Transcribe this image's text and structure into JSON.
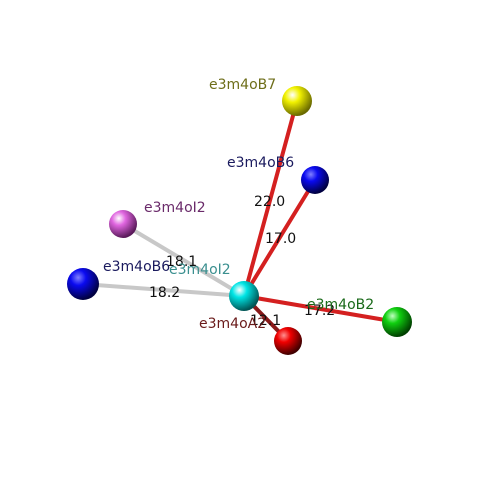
{
  "atoms": [
    {
      "key": "center",
      "label": "e3m4oI2",
      "color": "#00e5e5",
      "label_color": "#3a8f8f"
    },
    {
      "key": "b7",
      "label": "e3m4oB7",
      "color": "#f2f200",
      "label_color": "#6e6e1a"
    },
    {
      "key": "b6a",
      "label": "e3m4oB6",
      "color": "#0a0af0",
      "label_color": "#1a1a5e"
    },
    {
      "key": "i2",
      "label": "e3m4oI2",
      "color": "#e066e0",
      "label_color": "#6a2a6a"
    },
    {
      "key": "b6b",
      "label": "e3m4oB6",
      "color": "#0a0af0",
      "label_color": "#1a1a5e"
    },
    {
      "key": "b2",
      "label": "e3m4oB2",
      "color": "#10d010",
      "label_color": "#1a6a1a"
    },
    {
      "key": "a2",
      "label": "e3m4oA2",
      "color": "#f00000",
      "label_color": "#6a1a1a"
    }
  ],
  "bonds": [
    {
      "to": "b7",
      "distance": "22.0",
      "color": "#d42020"
    },
    {
      "to": "b6a",
      "distance": "17.0",
      "color": "#d42020"
    },
    {
      "to": "i2",
      "distance": "18.1",
      "color": "#c8c8c8"
    },
    {
      "to": "b6b",
      "distance": "18.2",
      "color": "#c8c8c8"
    },
    {
      "to": "b2",
      "distance": "17.2",
      "color": "#d42020"
    },
    {
      "to": "a2",
      "distance": "12.1",
      "color": "#d42020"
    }
  ]
}
